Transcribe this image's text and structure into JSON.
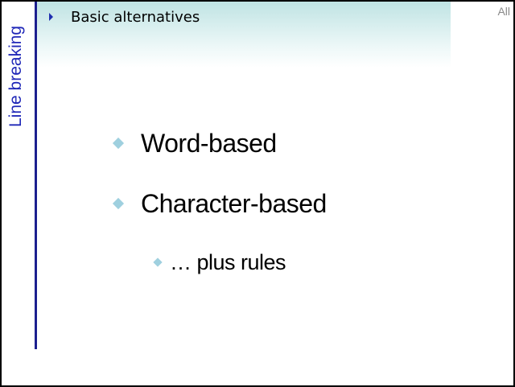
{
  "slide": {
    "side_title": "Line breaking",
    "header_title": "Basic alternatives",
    "top_right_label": "All",
    "bullets": [
      {
        "text": "Word-based"
      },
      {
        "text": "Character-based"
      }
    ],
    "sub_bullets": [
      {
        "text": "… plus rules"
      }
    ]
  },
  "colors": {
    "border": "#000000",
    "title_blue": "#2028b8",
    "rule_blue": "#1c1f8f",
    "header_gradient_top": "#bfe3e3",
    "bullet_diamond": "#9fd0df",
    "label_gray": "#8a8a8a"
  },
  "icons": {
    "header_marker": "triangle-right-icon",
    "bullet_marker": "diamond-bullet-icon"
  }
}
